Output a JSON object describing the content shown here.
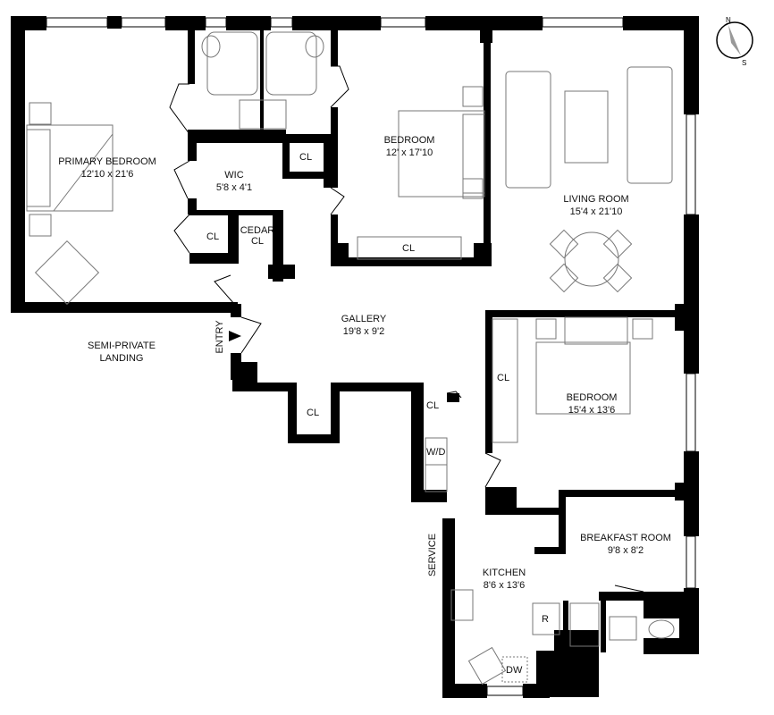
{
  "rooms": {
    "primary_bedroom": {
      "name": "PRIMARY BEDROOM",
      "dims": "12'10 x 21'6"
    },
    "bedroom_north": {
      "name": "BEDROOM",
      "dims": "12' x 17'10"
    },
    "living_room": {
      "name": "LIVING ROOM",
      "dims": "15'4 x 21'10"
    },
    "wic": {
      "name": "WIC",
      "dims": "5'8 x 4'1"
    },
    "gallery": {
      "name": "GALLERY",
      "dims": "19'8 x 9'2"
    },
    "bedroom_east": {
      "name": "BEDROOM",
      "dims": "15'4 x 13'6"
    },
    "breakfast_room": {
      "name": "BREAKFAST ROOM",
      "dims": "9'8 x 8'2"
    },
    "kitchen": {
      "name": "KITCHEN",
      "dims": "8'6 x 13'6"
    }
  },
  "closets": {
    "cl": "CL",
    "cedar_top": "CEDAR",
    "cedar_bottom": "CL",
    "wd": "W/D",
    "r": "R",
    "dw": "DW"
  },
  "landing": {
    "line1": "SEMI-PRIVATE",
    "line2": "LANDING"
  },
  "entry": "ENTRY",
  "service": "SERVICE",
  "compass": {
    "n": "N",
    "s": "S"
  }
}
